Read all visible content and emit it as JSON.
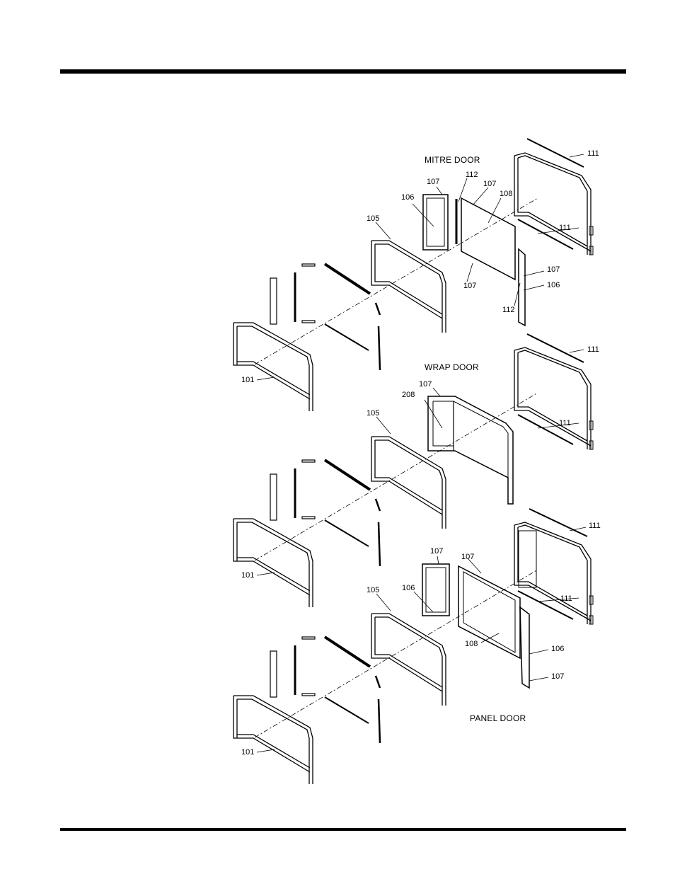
{
  "sections": [
    {
      "title": "MITRE DOOR",
      "labels": {
        "l111a": "111",
        "l112a": "112",
        "l107a": "107",
        "l107b": "107",
        "l108": "108",
        "l106a": "106",
        "l105": "105",
        "l111b": "111",
        "l107c": "107",
        "l106b": "106",
        "l107d": "107",
        "l112b": "112",
        "l101": "101"
      }
    },
    {
      "title": "WRAP DOOR",
      "labels": {
        "l111a": "111",
        "l107": "107",
        "l208": "208",
        "l105": "105",
        "l111b": "111",
        "l101": "101"
      }
    },
    {
      "title": "PANEL DOOR",
      "labels": {
        "l111a": "111",
        "l107a": "107",
        "l107b": "107",
        "l106a": "106",
        "l105": "105",
        "l111b": "111",
        "l108": "108",
        "l106b": "106",
        "l107c": "107",
        "l101": "101"
      }
    }
  ]
}
